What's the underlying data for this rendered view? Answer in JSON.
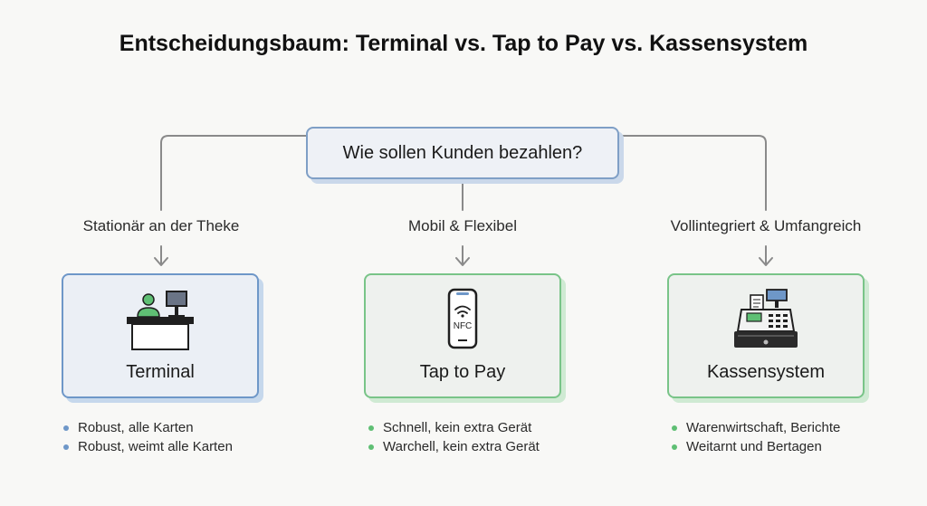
{
  "title": "Entscheidungsbaum: Terminal vs. Tap to Pay vs. Kassensystem",
  "question": "Wie sollen Kunden bezahlen?",
  "branches": [
    {
      "condition": "Stationär an der Theke",
      "option": "Terminal",
      "icon": "counter-terminal-icon",
      "accent": "#6e97c8",
      "bullets": [
        "Robust, alle Karten",
        "Robust, weimt alle Karten"
      ]
    },
    {
      "condition": "Mobil & Flexibel",
      "option": "Tap to Pay",
      "icon": "nfc-phone-icon",
      "icon_text": "NFC",
      "accent": "#79c488",
      "bullets": [
        "Schnell, kein extra Gerät",
        "Warchell, kein extra Gerät"
      ]
    },
    {
      "condition": "Vollintegriert & Umfangreich",
      "option": "Kassensystem",
      "icon": "cash-register-icon",
      "accent": "#79c488",
      "bullets": [
        "Warenwirtschaft, Berichte",
        "Weitarnt und Bertagen"
      ]
    }
  ]
}
